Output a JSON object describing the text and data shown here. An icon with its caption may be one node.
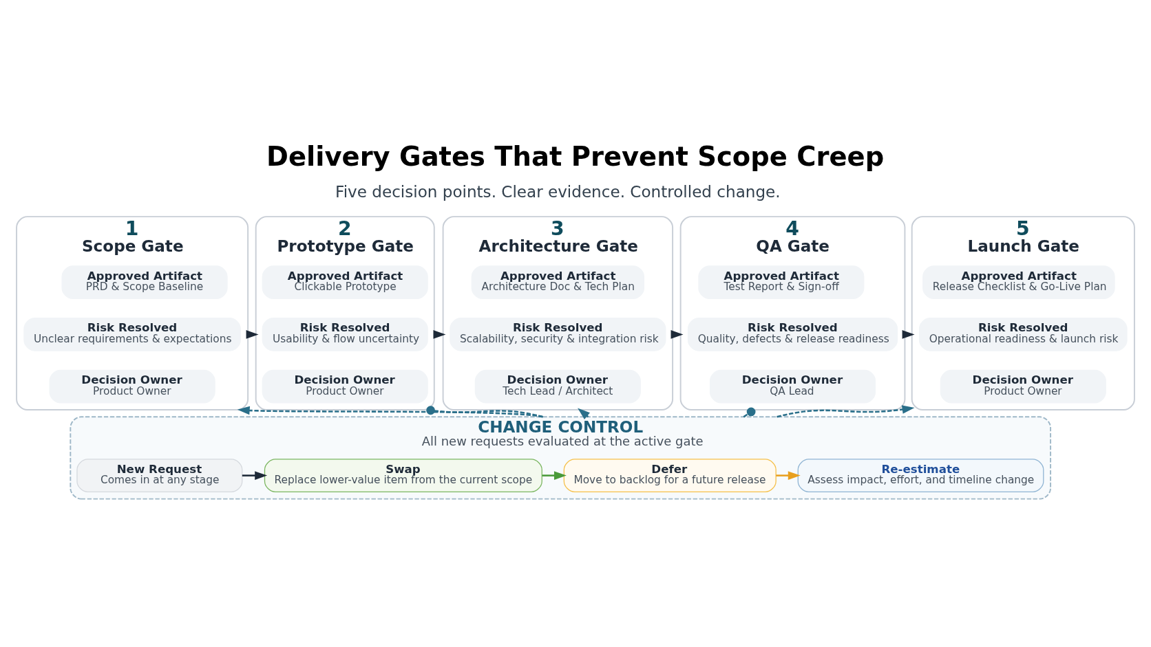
{
  "diagram": {
    "title": "Delivery Gates That Prevent Scope Creep",
    "nodes": [
      {
        "text": [
          "1",
          "Scope Gate"
        ]
      },
      {
        "text": [
          "Approved Artifact",
          "PRD & Scope Baseline"
        ],
        "in": 0
      },
      {
        "text": [
          "Risk Resolved",
          "Unclear requirements & expectations"
        ],
        "in": 0
      },
      {
        "text": [
          "Decision Owner",
          "Product Owner"
        ],
        "in": 0
      },
      {
        "text": [
          "2",
          "Prototype Gate"
        ]
      },
      {
        "text": [
          "Approved Artifact",
          "Clickable Prototype"
        ],
        "in": 4
      },
      {
        "text": [
          "Risk Resolved",
          "Usability & flow uncertainty"
        ],
        "in": 4
      },
      {
        "text": [
          "Decision Owner",
          "Product Owner"
        ],
        "in": 4
      },
      {
        "text": [
          "3",
          "Architecture Gate"
        ]
      },
      {
        "text": [
          "Approved Artifact",
          "Architecture Doc & Tech Plan"
        ],
        "in": 8
      },
      {
        "text": [
          "Risk Resolved",
          "Scalability, security & integration risk"
        ],
        "in": 8
      },
      {
        "text": [
          "Decision Owner",
          "Tech Lead / Architect"
        ],
        "in": 8
      },
      {
        "text": [
          "4",
          "QA Gate"
        ]
      },
      {
        "text": [
          "Approved Artifact",
          "Test Report & Sign-off"
        ],
        "in": 12
      },
      {
        "text": [
          "Risk Resolved",
          "Quality, defects & release readiness"
        ],
        "in": 12
      },
      {
        "text": [
          "Decision Owner",
          "QA Lead"
        ],
        "in": 12
      },
      {
        "text": [
          "5",
          "Launch Gate"
        ]
      },
      {
        "text": [
          "Approved Artifact",
          "Release Checklist & Go-Live Plan"
        ],
        "in": 16
      },
      {
        "text": [
          "Risk Resolved",
          "Operational readiness & launch risk"
        ],
        "in": 16
      },
      {
        "text": [
          "Decision Owner",
          "Product Owner"
        ],
        "in": 16
      },
      {
        "text": [
          "CHANGE CONTROL",
          "All new requests evaluated at the active gate"
        ]
      },
      {
        "text": [
          "New Request",
          "Comes in at any stage"
        ],
        "in": 20
      },
      {
        "text": [
          "Swap",
          "Replace lower-value item from the current scope"
        ],
        "in": 20
      },
      {
        "text": [
          "Defer",
          "Move to backlog for a future release"
        ],
        "in": 20
      },
      {
        "text": [
          "Re-estimate",
          "Assess impact, effort, and timeline change"
        ],
        "in": 20
      }
    ],
    "edges": [
      {
        "from": 0,
        "to": 4,
        "arrow": "to"
      },
      {
        "from": 4,
        "to": 8,
        "arrow": "to"
      },
      {
        "from": 8,
        "to": 12,
        "arrow": "to"
      },
      {
        "from": 12,
        "to": 16,
        "arrow": "to"
      },
      {
        "from": 20,
        "to": 0,
        "arrow": "to",
        "style": "dashed",
        "color": "#2a6f8a"
      },
      {
        "from": 20,
        "to": 4,
        "arrow": "other",
        "style": "dashed",
        "color": "#2a6f8a"
      },
      {
        "from": 20,
        "to": 8,
        "arrow": "to",
        "style": "dashed",
        "color": "#2a6f8a"
      },
      {
        "from": 20,
        "to": 12,
        "arrow": "other",
        "style": "dashed",
        "color": "#2a6f8a"
      },
      {
        "from": 20,
        "to": 16,
        "arrow": "to",
        "style": "dashed",
        "color": "#2a6f8a"
      },
      {
        "from": 21,
        "to": 22,
        "arrow": "to"
      },
      {
        "from": 22,
        "to": 23,
        "arrow": "to",
        "color": "#4a9a3a"
      },
      {
        "from": 23,
        "to": 24,
        "arrow": "to",
        "color": "#e8a020"
      }
    ],
    "labels": [
      "Five decision points. Clear evidence. Controlled change."
    ]
  }
}
